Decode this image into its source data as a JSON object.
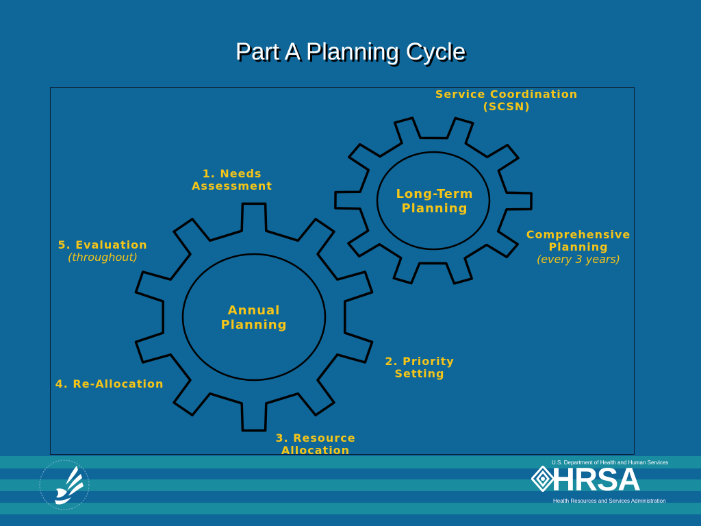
{
  "title": "Part A Planning Cycle",
  "gears": {
    "annual": {
      "line1": "Annual",
      "line2": "Planning"
    },
    "longterm": {
      "line1": "Long-Term",
      "line2": "Planning"
    }
  },
  "labels": {
    "service_coordination": {
      "line1": "Service Coordination",
      "line2": "(SCSN)"
    },
    "needs_assessment": {
      "line1": "1. Needs",
      "line2": "Assessment"
    },
    "evaluation": {
      "line1": "5. Evaluation",
      "line2": "(throughout)"
    },
    "comprehensive_planning": {
      "line1": "Comprehensive",
      "line2": "Planning",
      "line3": "(every 3 years)"
    },
    "priority_setting": {
      "line1": "2. Priority",
      "line2": "Setting"
    },
    "reallocation": {
      "line1": "4. Re-Allocation"
    },
    "resource_allocation": {
      "line1": "3. Resource",
      "line2": "Allocation"
    }
  },
  "footer": {
    "hhs_line": "U.S. Department of Health and Human Services",
    "hrsa": "HRSA",
    "hrsa_full": "Health Resources and Services Administration"
  },
  "colors": {
    "background": "#0e6699",
    "label": "#f5c518",
    "stripe": "#1a8c9f",
    "gear_stroke": "#000000"
  },
  "icons": [
    "hhs-eagle-logo-icon",
    "hrsa-diamond-logo-icon"
  ]
}
